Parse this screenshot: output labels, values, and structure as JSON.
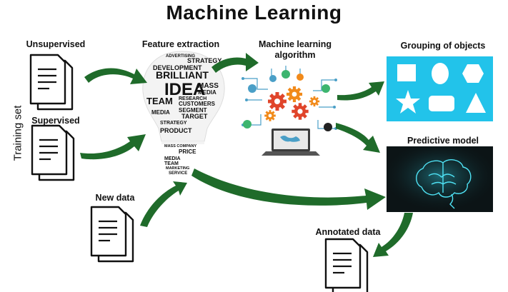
{
  "title": "Machine Learning",
  "side_label": "Training set",
  "labels": {
    "unsupervised": "Unsupervised",
    "supervised": "Supervised",
    "feature_extraction": "Feature extraction",
    "ml_algorithm_line1": "Machine learning",
    "ml_algorithm_line2": "algorithm",
    "grouping": "Grouping of objects",
    "predictive": "Predictive model",
    "new_data": "New data",
    "annotated": "Annotated data"
  },
  "bulb_words": {
    "w1": "ADVERTISING",
    "w2": "STRATEGY",
    "w3": "DEVELOPMENT",
    "w4": "BRILLIANT",
    "w5": "IDEA",
    "w6": "MASS",
    "w7": "MEDIA",
    "w8": "TEAM",
    "w9": "RESEARCH",
    "w10": "CUSTOMERS",
    "w11": "SEGMENT",
    "w12": "MEDIA",
    "w13": "TARGET",
    "w14": "STRATEGY",
    "w15": "PRODUCT",
    "w16": "MASS COMPANY",
    "w17": "PRICE",
    "w18": "MEDIA",
    "w19": "TEAM",
    "w20": "MARKETING",
    "w21": "SERVICE"
  },
  "colors": {
    "arrow": "#1f6b2a",
    "shapes_bg": "#22c3ea",
    "brain_bg": "#0c1416",
    "brain_glow": "#4fe3f5",
    "gear_red": "#e0452b",
    "gear_orange": "#f18a1b"
  }
}
